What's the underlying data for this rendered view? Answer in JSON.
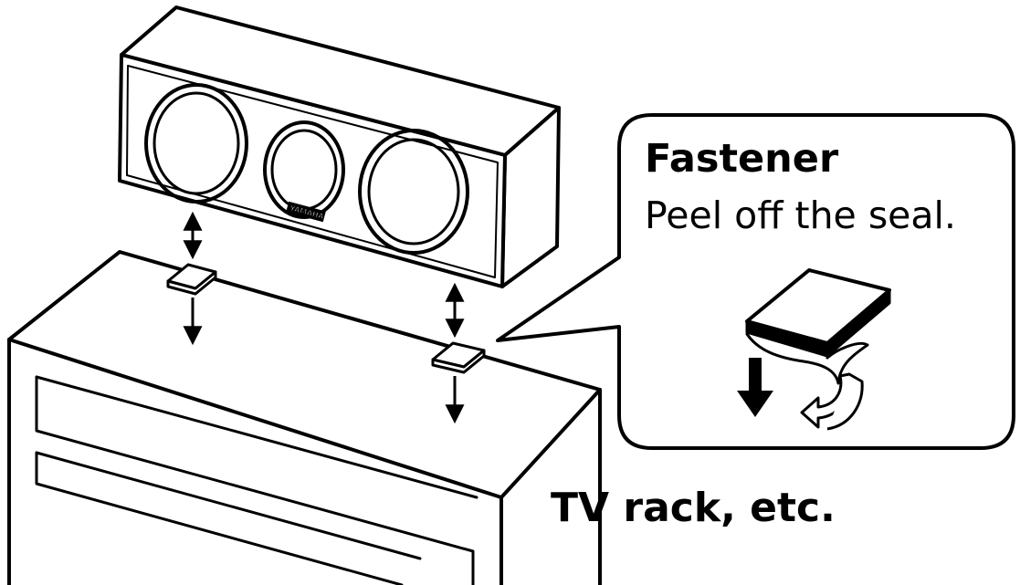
{
  "callout": {
    "title": "Fastener",
    "instruction": "Peel off the seal."
  },
  "rack_label": "TV rack, etc.",
  "speaker": {
    "brand_logo": "YAMAHA"
  },
  "icons": {
    "fastener_pad": "fastener-pad-icon",
    "move_arrow": "double-headed-arrow-icon",
    "peel_arrow": "curved-peel-arrow-icon",
    "press_arrow": "down-arrow-icon"
  },
  "colors": {
    "line": "#000000",
    "background": "#ffffff"
  }
}
